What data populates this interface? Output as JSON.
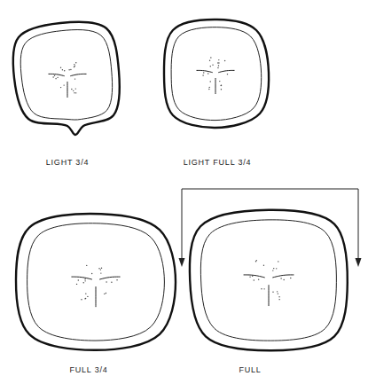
{
  "diagram": {
    "labels": [
      "LIGHT 3/4",
      "LIGHT FULL 3/4",
      "FULL 3/4",
      "FULL"
    ]
  }
}
